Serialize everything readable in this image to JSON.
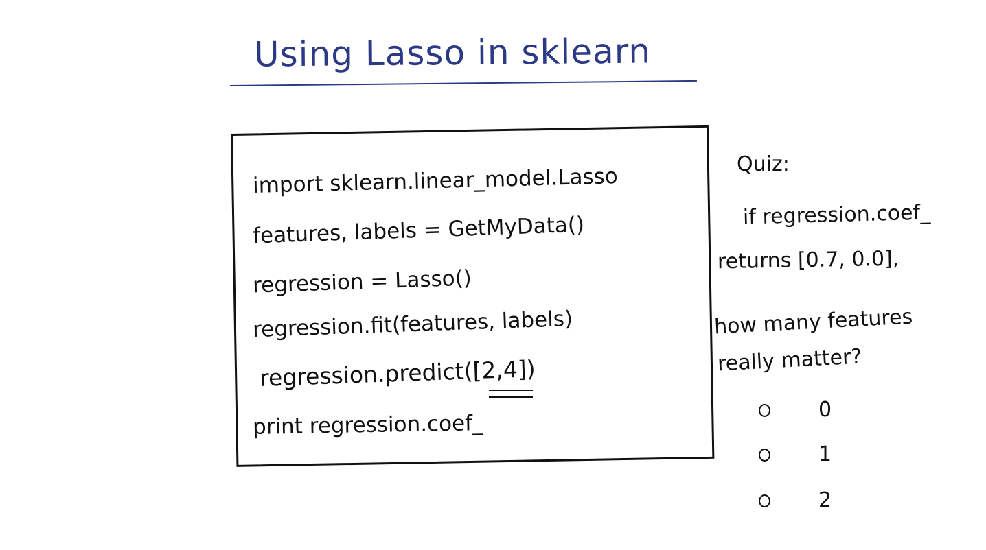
{
  "title": "Using Lasso in sklearn",
  "code_lines": [
    "import sklearn.linear_model.Lasso",
    "features, labels = GetMyData()",
    "regression = Lasso()",
    "regression.fit(features, labels)",
    "regression.predict([2,4])",
    "print regression.coef_"
  ],
  "quiz": {
    "label": "Quiz:",
    "question_lines": [
      "if regression.coef_",
      "returns [0.7, 0.0],",
      "how many features",
      "really matter?"
    ],
    "options": [
      "0",
      "1",
      "2"
    ]
  },
  "colors": {
    "title": "#2c3a86",
    "ink": "#111111"
  }
}
